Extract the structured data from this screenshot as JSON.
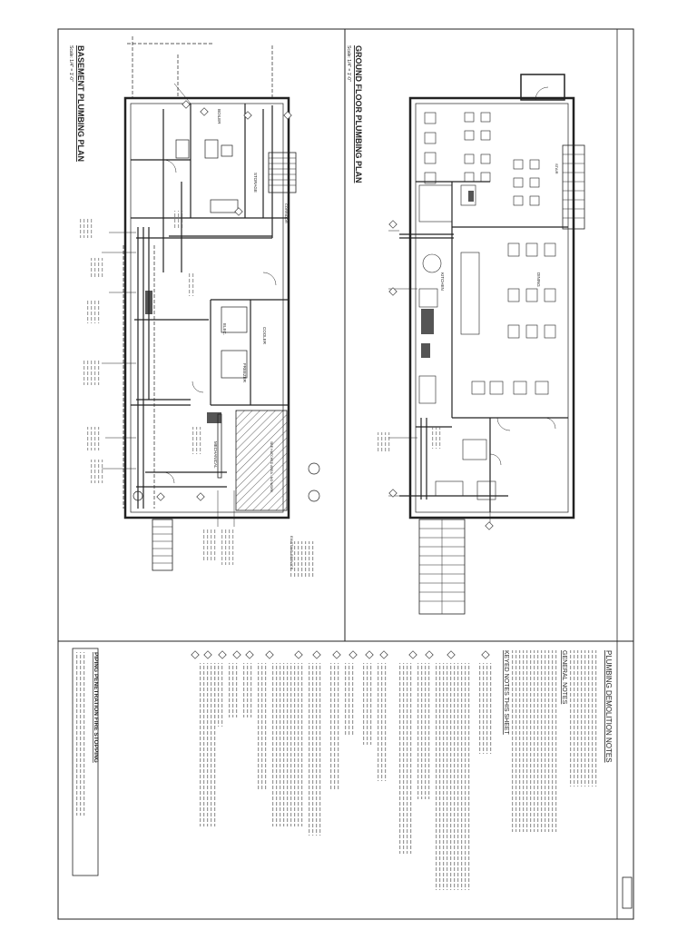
{
  "sheet": {
    "basement_title": "BASEMENT PLUMBING PLAN",
    "ground_title": "GROUND FLOOR PLUMBING PLAN",
    "scale_note": "Scale: 1/4\" = 1'-0\"",
    "demo_notes_title": "PLUMBING DEMOLITION NOTES",
    "general_notes_title": "GENERAL NOTES",
    "keyed_notes_title": "KEYED NOTES THIS SHEET",
    "firestop_title": "PIPING PENETRATION FIRE STOPPING"
  },
  "room_labels": {
    "boiler": "BOILER",
    "storage": "STORAGE",
    "mechanical": "MECHANICAL",
    "elec": "ELEC.",
    "cooler": "COOLER",
    "freezer": "FREEZER",
    "corridor": "CORRIDOR",
    "stair": "STAIR",
    "dining": "DINING",
    "kitchen": "KITCHEN",
    "hatched_area": "SEE HATCHED AREA - NO WORK",
    "line_tag": "EXISTING SERVICE"
  },
  "colors": {
    "line": "#222222",
    "paper": "#ffffff",
    "hatch": "#444444",
    "dark_equip": "#555555"
  }
}
